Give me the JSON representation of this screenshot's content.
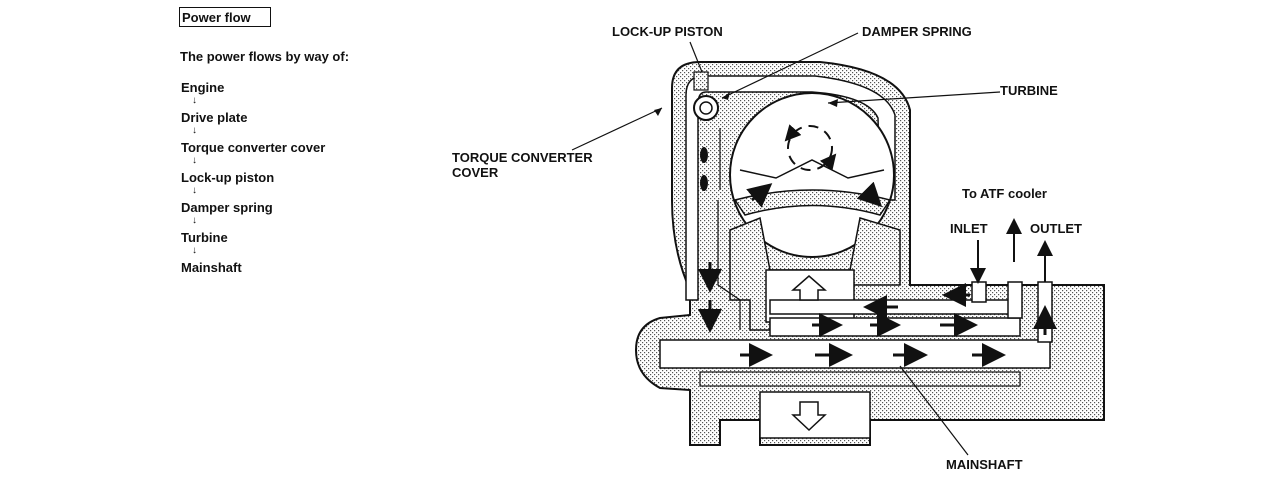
{
  "panel": {
    "title": "Power flow",
    "intro": "The power flows by way of:",
    "steps": [
      "Engine",
      "Drive plate",
      "Torque converter cover",
      "Lock-up piston",
      "Damper spring",
      "Turbine",
      "Mainshaft"
    ]
  },
  "labels": {
    "lockup_piston": "LOCK-UP PISTON",
    "damper_spring": "DAMPER SPRING",
    "turbine": "TURBINE",
    "tc_cover_line1": "TORQUE CONVERTER",
    "tc_cover_line2": "COVER",
    "atf_cooler": "To ATF cooler",
    "inlet": "INLET",
    "outlet": "OUTLET",
    "mainshaft": "MAINSHAFT"
  }
}
